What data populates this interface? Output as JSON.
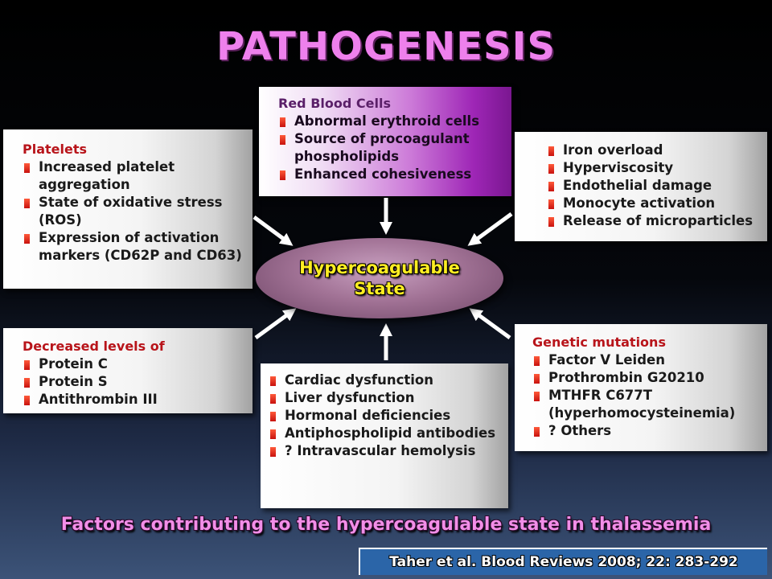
{
  "title": "PATHOGENESIS",
  "center": {
    "line1": "Hypercoagulable",
    "line2": "State"
  },
  "boxes": {
    "rbc": {
      "heading": "Red Blood Cells",
      "items": [
        "Abnormal erythroid cells",
        "Source of procoagulant phospholipids",
        "Enhanced cohesiveness"
      ]
    },
    "platelets": {
      "heading": "Platelets",
      "items": [
        "Increased platelet aggregation",
        "State of oxidative stress (ROS)",
        "Expression of activation markers (CD62P and CD63)"
      ]
    },
    "iron": {
      "items": [
        "Iron overload",
        "Hyperviscosity",
        "Endothelial damage",
        "Monocyte activation",
        "Release of microparticles"
      ]
    },
    "decreased": {
      "heading": "Decreased levels of",
      "items": [
        "Protein C",
        "Protein S",
        "Antithrombin III"
      ]
    },
    "genetic": {
      "heading": "Genetic mutations",
      "items": [
        "Factor V Leiden",
        "Prothrombin G20210",
        "MTHFR C677T (hyperhomocysteinemia)",
        "? Others"
      ]
    },
    "organ": {
      "items": [
        "Cardiac dysfunction",
        "Liver dysfunction",
        "Hormonal deficiencies",
        "Antiphospholipid antibodies",
        "? Intravascular hemolysis"
      ]
    }
  },
  "caption": "Factors contributing to the hypercoagulable state in thalassemia",
  "reference": "Taher et al. Blood Reviews 2008; 22: 283-292",
  "colors": {
    "title": "#ee80ec",
    "caption": "#f28ee8",
    "center_text": "#ffee22",
    "heading": "#b8141a",
    "bullet": "#d4281e",
    "reference_bg": "#2b65a8"
  }
}
